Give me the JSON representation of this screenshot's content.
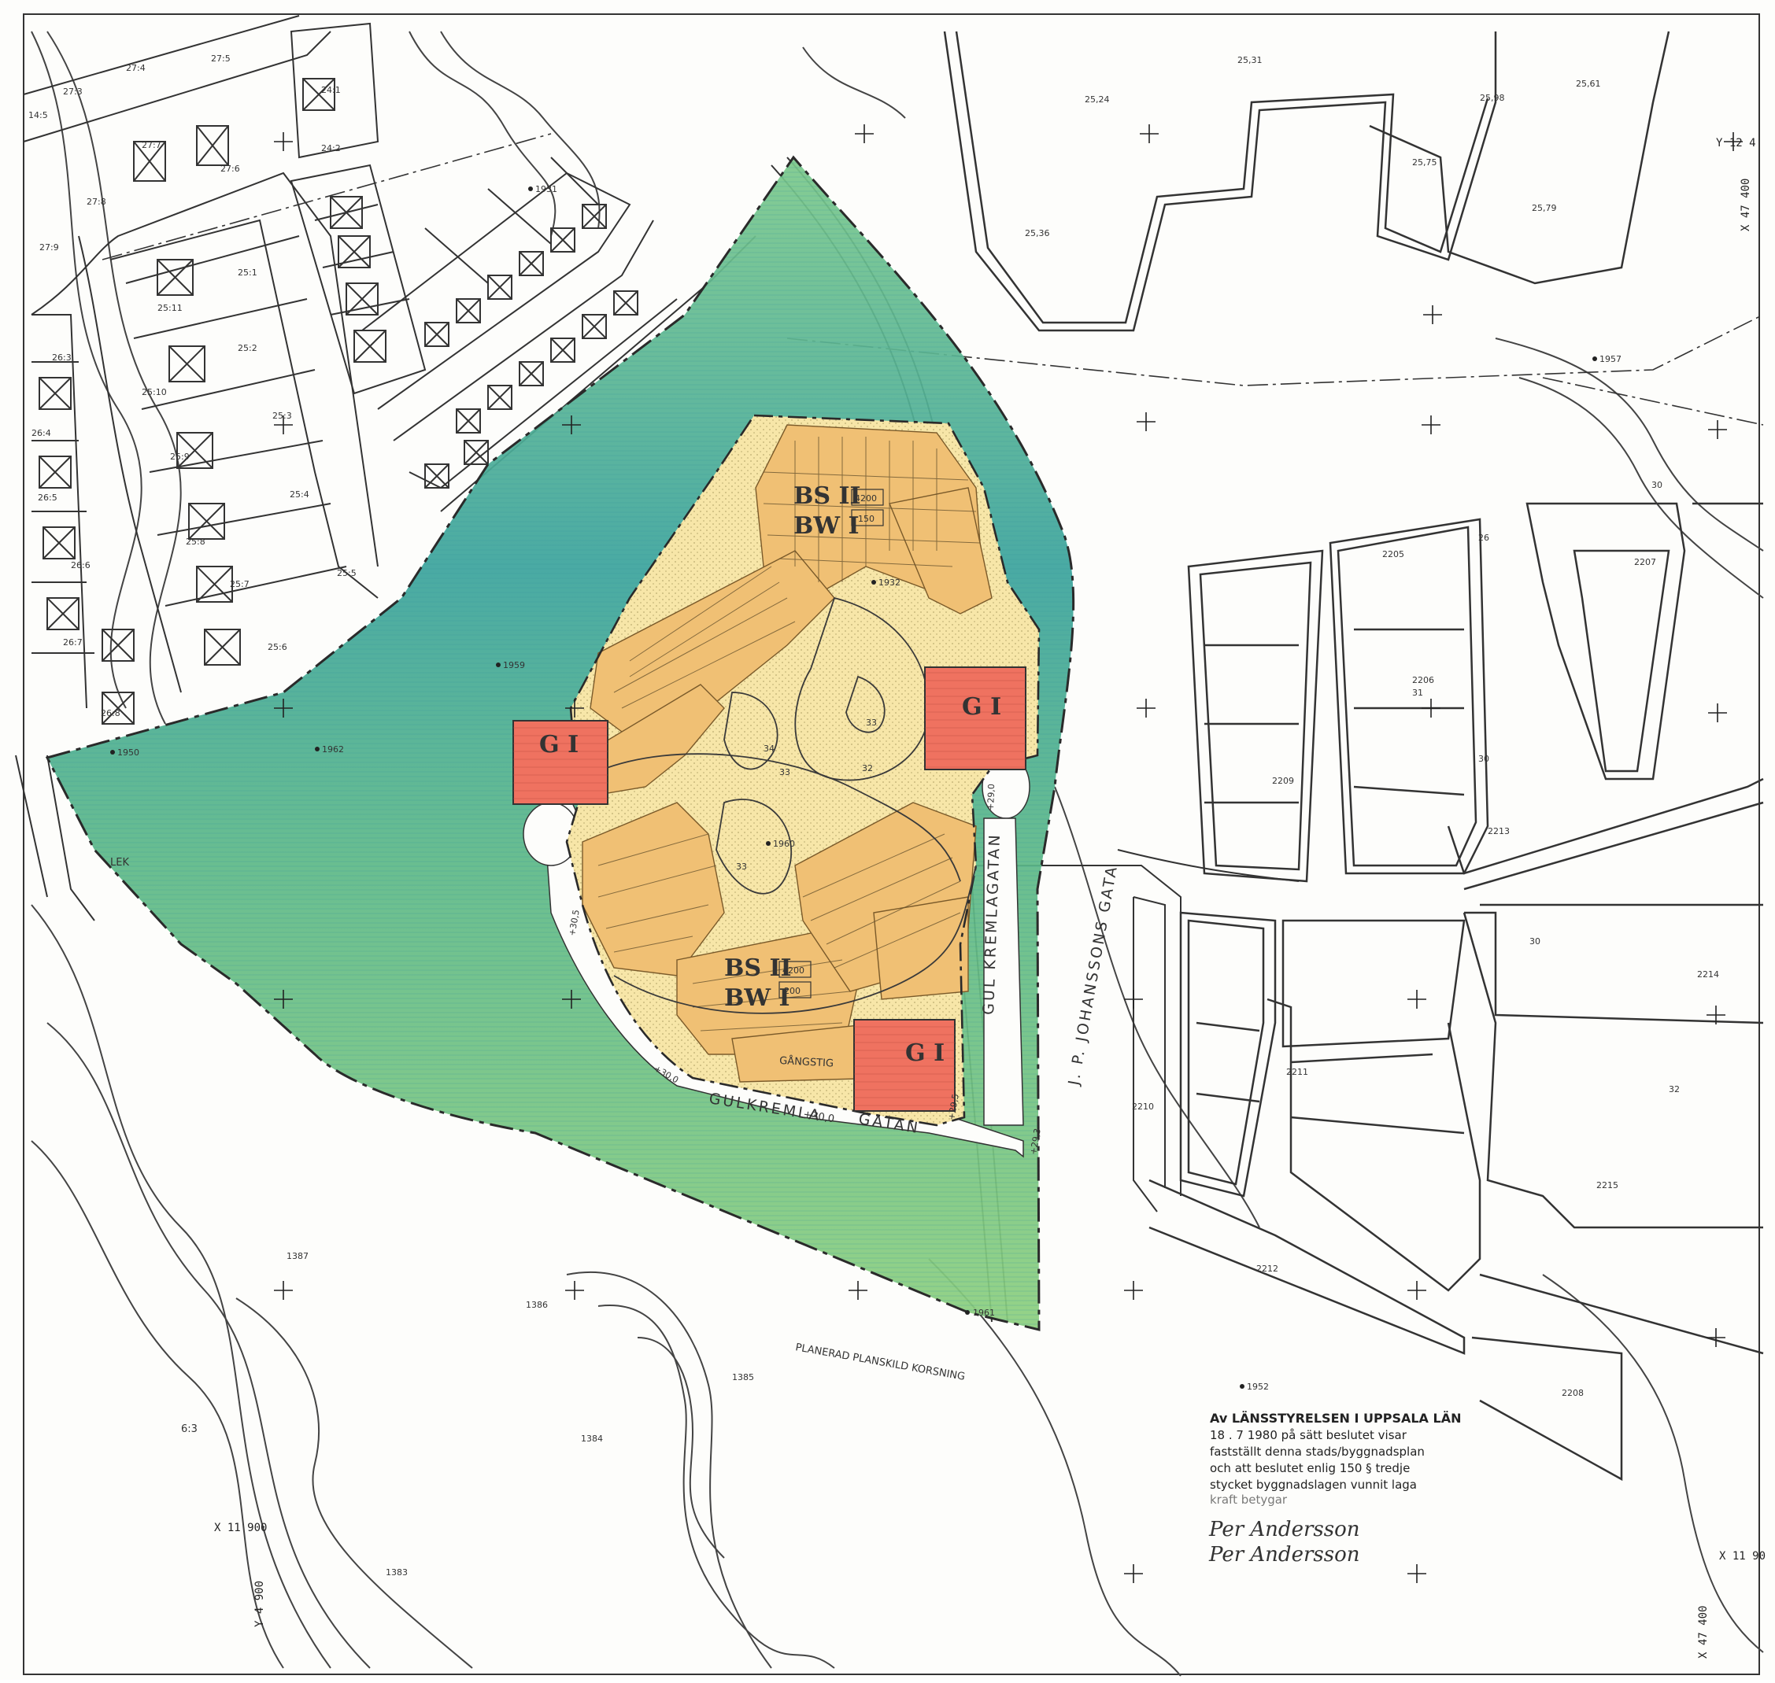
{
  "colors": {
    "green_zone": "#6fbf73",
    "green_dark": "#2e8fa0",
    "yellow_zone": "#f5dfa0",
    "orange_zone": "#f1b868",
    "red_zone": "#ee6f5c",
    "linework": "#2a2a2a"
  },
  "icons": [
    "survey-cross-icon",
    "benchmark-dot-icon"
  ],
  "zones": {
    "residential_north": {
      "code1": "BS II",
      "code2": "BW I",
      "area1": "4200",
      "area2": "150"
    },
    "residential_south": {
      "code1": "BS II",
      "code2": "BW I",
      "area1": "4200",
      "area2": "200"
    },
    "garage_1": "G I",
    "garage_2": "G I",
    "garage_3": "G I"
  },
  "streets": {
    "gulkremla_gatan": "GULKREMLA",
    "gulkremla_height": "+30,0",
    "gulkremla_suffix": "GATAN",
    "gulkremlagatan_vertical": "GUL KREMLAGATAN",
    "jp_johanssons_gata": "J. P. JOHANSSONS GATA",
    "gangstig": "GÅNGSTIG",
    "planned_crossing": "PLANERAD PLANSKILD KORSNING",
    "lek": "LEK"
  },
  "heights": {
    "h1": "+30,5",
    "h2": "+29,0",
    "h3": "+30,0",
    "h4": "+29,5",
    "h5": "+29,3"
  },
  "contours": [
    "33",
    "34",
    "33",
    "32",
    "33",
    "30",
    "30",
    "30",
    "32",
    "26"
  ],
  "benchmarks": [
    "1931",
    "1932",
    "1950",
    "1959",
    "1962",
    "1960",
    "1961",
    "1957",
    "1387",
    "1386",
    "1385",
    "1384",
    "1383",
    "1952"
  ],
  "parcels": {
    "west": [
      "27:5",
      "27:4",
      "27:3",
      "27:6",
      "27:7",
      "27:8",
      "27:9",
      "24:1",
      "24:2",
      "25:1",
      "25:11",
      "25:2",
      "25:3",
      "25:10",
      "25:9",
      "25:4",
      "25:8",
      "25:5",
      "25:7",
      "25:6",
      "26:3",
      "26:4",
      "26:5",
      "26:6",
      "26:7",
      "26:8",
      "14:5"
    ],
    "east": [
      "2205",
      "2207",
      "2206",
      "31",
      "2209",
      "2213",
      "2214",
      "2211",
      "2210",
      "2212",
      "2215",
      "2208"
    ],
    "south": [
      "6:3"
    ],
    "northeast_levels": [
      "25,31",
      "25,24",
      "25,98",
      "25,61",
      "25,75",
      "25,79",
      "25,36"
    ]
  },
  "coordinates": {
    "y_top_right": "Y 12 4",
    "x_top_right": "X 47 400",
    "x_left_bottom": "X 11 900",
    "y_left_bottom": "Y 4 900",
    "x_right_bottom": "X 11 90",
    "x_right_bottom_vertical": "X 47 400"
  },
  "approval": {
    "line1": "Av LÄNSSTYRELSEN I UPPSALA LÄN",
    "line2": "18 . 7 1980 på sätt beslutet visar",
    "line3": "fastställt denna stads/byggnadsplan",
    "line4": "och att beslutet enlig 150 § tredje",
    "line5": "stycket byggnadslagen vunnit laga",
    "line6": "kraft betygar",
    "sig1": "Per Andersson",
    "sig2": "Per Andersson"
  }
}
